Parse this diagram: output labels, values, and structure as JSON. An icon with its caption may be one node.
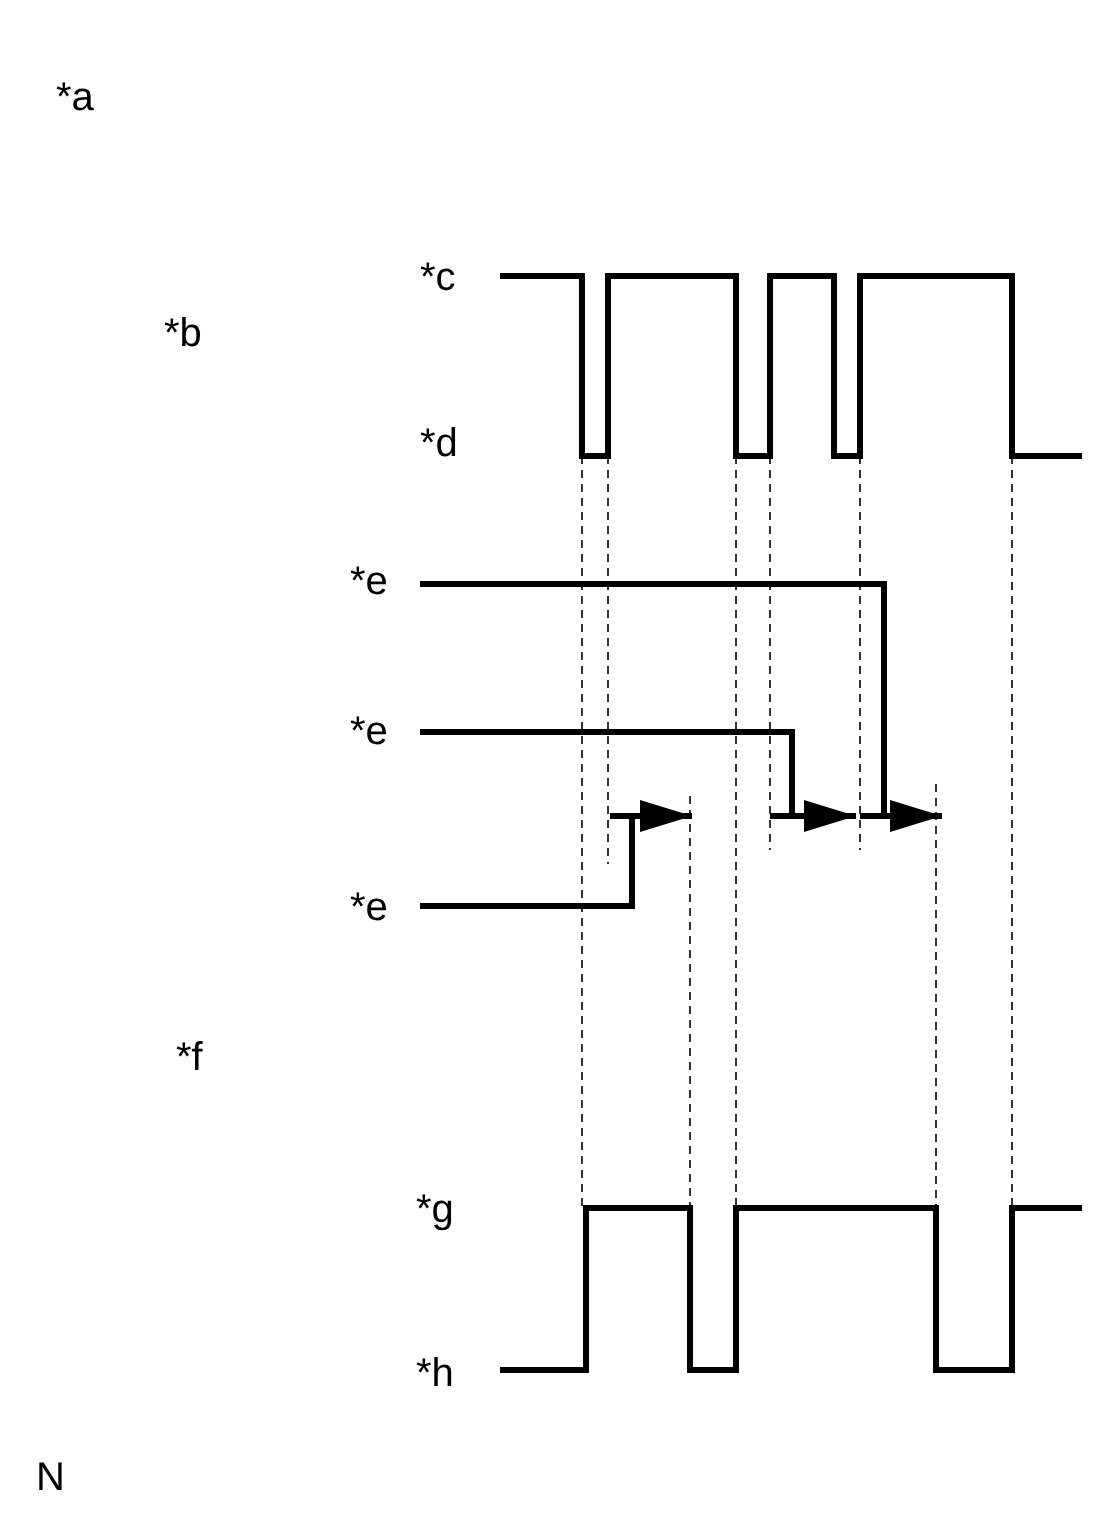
{
  "diagram": {
    "nodes": [
      {
        "text": [
          "*e"
        ]
      },
      {
        "text": [
          "*e"
        ]
      },
      {
        "text": [
          "*e"
        ]
      }
    ],
    "edges": [
      {
        "from": 0,
        "to": null,
        "arrow": "none"
      },
      {
        "from": 1,
        "to": null,
        "arrow": "none"
      },
      {
        "from": 2,
        "to": null,
        "arrow": "none"
      }
    ],
    "labels": [
      "*a",
      "*b",
      "*c",
      "*d",
      "*f",
      "*g",
      "*h",
      "N"
    ]
  }
}
